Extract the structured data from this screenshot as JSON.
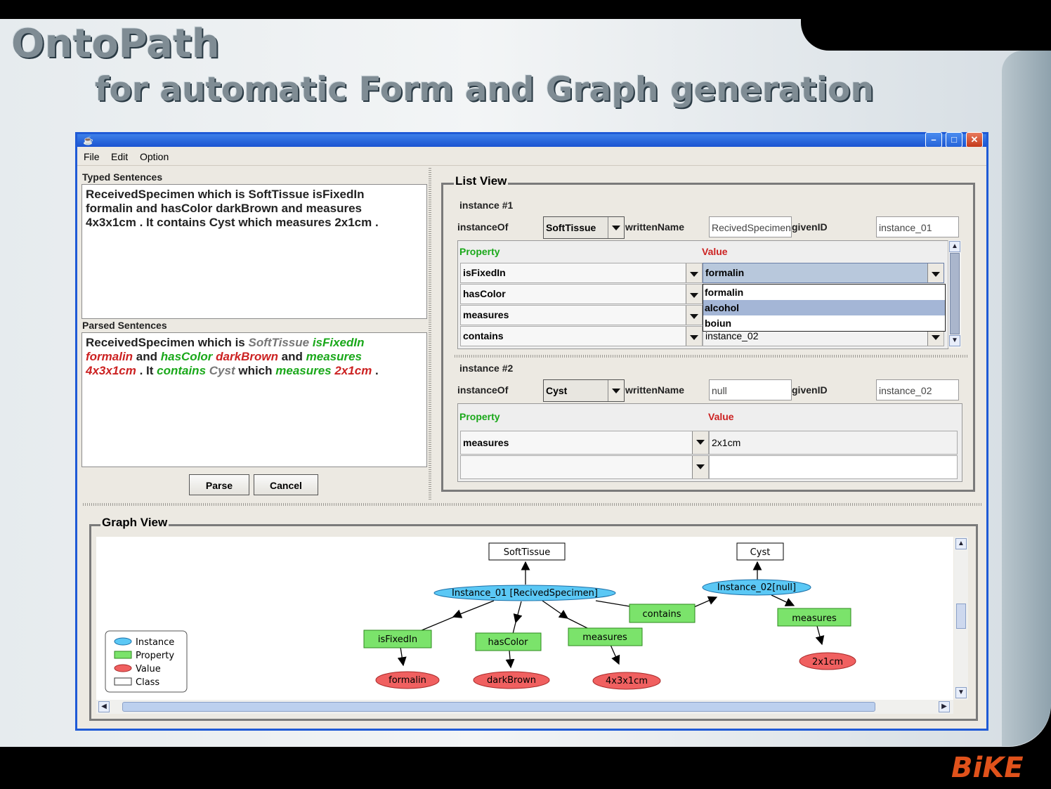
{
  "slide": {
    "title": "OntoPath",
    "subtitle": "for automatic Form and Graph generation",
    "brand": "BiKE",
    "brand_color": "#e0521b"
  },
  "window": {
    "app_icon": "java-cup-icon",
    "controls": {
      "minimize": "minimize-icon",
      "maximize": "maximize-icon",
      "close": "close-icon"
    }
  },
  "menu": {
    "file": "File",
    "edit": "Edit",
    "option": "Option"
  },
  "typed": {
    "header": "Typed Sentences",
    "lines": [
      "ReceivedSpecimen which is SoftTissue isFixedIn",
      "formalin and hasColor darkBrown and measures",
      "4x3x1cm . It contains Cyst which measures 2x1cm ."
    ]
  },
  "parsed": {
    "header": "Parsed Sentences",
    "l1": {
      "a": "ReceivedSpecimen which is ",
      "b": "SoftTissue",
      "c": "isFixedIn"
    },
    "l2": {
      "a": "formalin",
      "b": " and ",
      "c": "hasColor",
      "d": "darkBrown",
      "e": " and ",
      "f": "measures"
    },
    "l3": {
      "a": "4x3x1cm",
      "b": " . It ",
      "c": "contains",
      "d": "Cyst",
      "e": " which ",
      "f": "measures",
      "g": "2x1cm",
      "h": " ."
    }
  },
  "buttons": {
    "parse": "Parse",
    "cancel": "Cancel"
  },
  "list_view": {
    "legend": "List View",
    "instance1": {
      "title": "instance #1",
      "instance_of_label": "instanceOf",
      "instance_of": "SoftTissue",
      "written_name_label": "writtenName",
      "written_name": "RecivedSpecimen",
      "given_id_label": "givenID",
      "given_id": "instance_01",
      "property_header": "Property",
      "value_header": "Value",
      "rows": [
        {
          "property": "isFixedIn",
          "value": "formalin"
        },
        {
          "property": "hasColor",
          "value": ""
        },
        {
          "property": "measures",
          "value": ""
        },
        {
          "property": "contains",
          "value": "instance_02"
        }
      ],
      "dropdown_options": [
        "formalin",
        "alcohol",
        "boiun"
      ],
      "dropdown_highlight": "alcohol"
    },
    "instance2": {
      "title": "instance #2",
      "instance_of_label": "instanceOf",
      "instance_of": "Cyst",
      "written_name_label": "writtenName",
      "written_name": "null",
      "given_id_label": "givenID",
      "given_id": "instance_02",
      "property_header": "Property",
      "value_header": "Value",
      "rows": [
        {
          "property": "measures",
          "value": "2x1cm"
        },
        {
          "property": "",
          "value": ""
        }
      ]
    }
  },
  "graph_view": {
    "legend_title": "Graph View",
    "legend": {
      "instance": "Instance",
      "property": "Property",
      "value": "Value",
      "class": "Class"
    },
    "colors": {
      "instance": "#5bc8f5",
      "property": "#7be36b",
      "value": "#f06060",
      "class": "#ffffff"
    },
    "classes": {
      "soft_tissue": "SoftTissue",
      "cyst": "Cyst"
    },
    "instances": {
      "i1": "Instance_01 [RecivedSpecimen]",
      "i2": "Instance_02[null]"
    },
    "properties": {
      "contains": "contains",
      "is_fixed_in": "isFixedIn",
      "has_color": "hasColor",
      "measures1": "measures",
      "measures2": "measures"
    },
    "values": {
      "formalin": "formalin",
      "dark_brown": "darkBrown",
      "size1": "4x3x1cm",
      "size2": "2x1cm"
    }
  }
}
